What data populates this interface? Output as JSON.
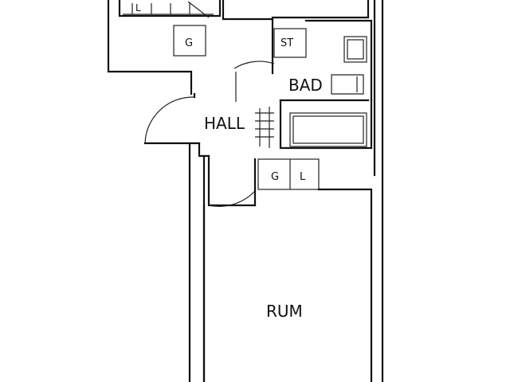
{
  "rooms": {
    "bad": "BAD",
    "hall": "HALL",
    "rum": "RUM"
  },
  "fixtures": {
    "g_upper": "G",
    "st": "ST",
    "g_lower": "G",
    "l_lower": "L",
    "l_upper": "L"
  }
}
